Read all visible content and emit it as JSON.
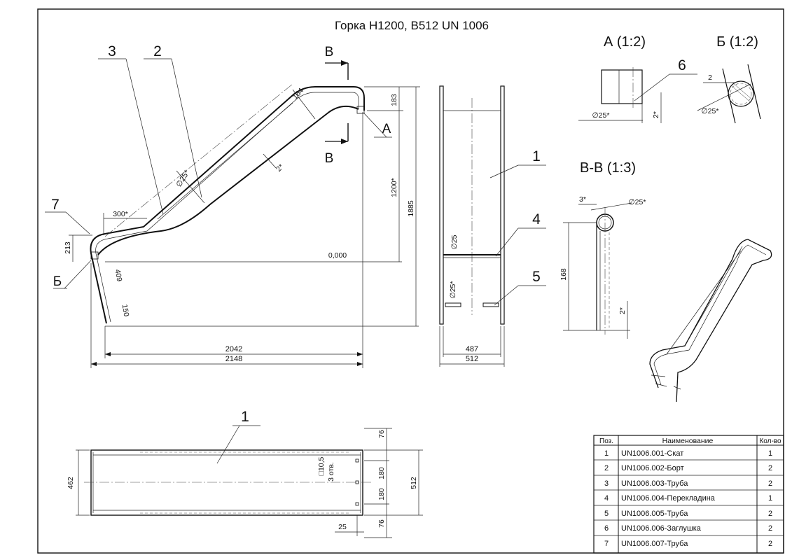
{
  "title": "Горка Н1200, В512 UN 1006",
  "views": {
    "detail_a": "А (1:2)",
    "detail_b": "Б (1:2)",
    "section_vv": "В-В (1:3)",
    "section_letter_top": "В",
    "section_letter_bottom": "В",
    "detail_a_letter": "А",
    "detail_b_letter": "Б"
  },
  "position_labels": {
    "p1_front": "1",
    "p1_plan": "1",
    "p2": "2",
    "p3": "3",
    "p4": "4",
    "p5": "5",
    "p6": "6",
    "p7": "7"
  },
  "dimensions": {
    "side_300": "300*",
    "side_164": "164",
    "side_183": "183",
    "side_d25": "∅25*",
    "side_2": "2*",
    "side_1200": "1200*",
    "side_1885": "1885",
    "side_213": "213",
    "side_409": "409",
    "side_150": "150",
    "side_zero": "0,000",
    "side_2042": "2042",
    "side_2148": "2148",
    "front_d25": "∅25",
    "front_d25s": "∅25*",
    "front_487": "487",
    "front_512": "512",
    "a_d25": "∅25*",
    "a_2": "2*",
    "b_2": "2",
    "b_d25": "∅25*",
    "vv_3": "3*",
    "vv_d25": "∅25*",
    "vv_168": "168",
    "vv_2": "2*",
    "plan_76_top": "76",
    "plan_180_a": "180",
    "plan_180_b": "180",
    "plan_76_bottom": "76",
    "plan_462": "462",
    "plan_512": "512",
    "plan_25": "25",
    "plan_hole": "□10,5",
    "plan_holes_count": "3 отв."
  },
  "bom": {
    "headers": [
      "Поз.",
      "Наименование",
      "Кол-во"
    ],
    "rows": [
      [
        "1",
        "UN1006.001-Скат",
        "1"
      ],
      [
        "2",
        "UN1006.002-Борт",
        "2"
      ],
      [
        "3",
        "UN1006.003-Труба",
        "2"
      ],
      [
        "4",
        "UN1006.004-Перекладина",
        "1"
      ],
      [
        "5",
        "UN1006.005-Труба",
        "2"
      ],
      [
        "6",
        "UN1006.006-Заглушка",
        "2"
      ],
      [
        "7",
        "UN1006.007-Труба",
        "2"
      ]
    ]
  }
}
